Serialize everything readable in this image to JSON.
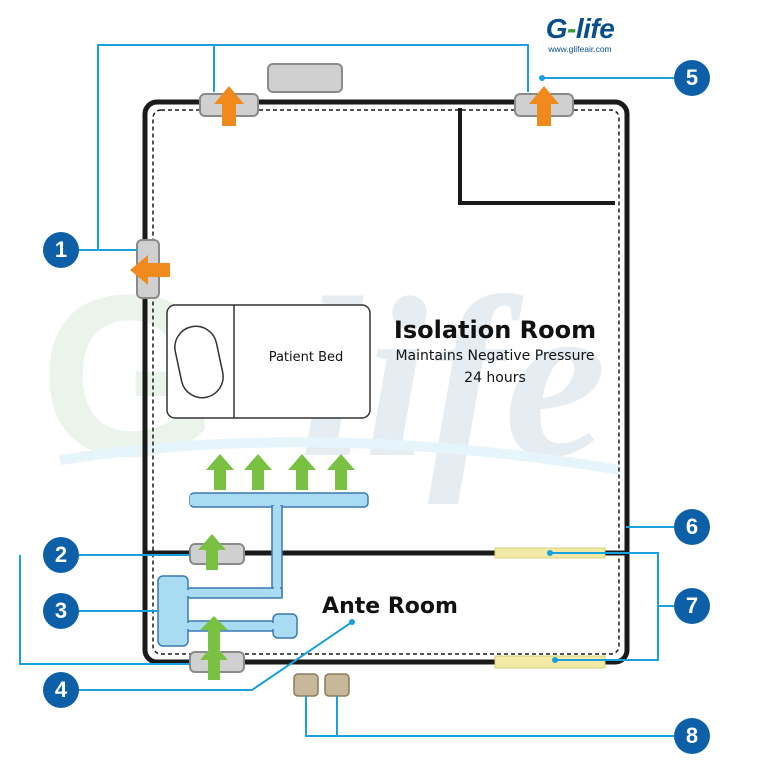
{
  "brand": {
    "logo": "G-life",
    "logo_g": "G",
    "logo_rest": "life",
    "url": "www.glifeair.com"
  },
  "watermark": "G-life",
  "isolation_room": {
    "title": "Isolation Room",
    "line1": "Maintains Negative Pressure",
    "line2": "24 hours"
  },
  "patient_bed": {
    "label": "Patient Bed"
  },
  "ante_room": {
    "title": "Ante Room"
  },
  "callouts": [
    "1",
    "2",
    "3",
    "4",
    "5",
    "6",
    "7",
    "8"
  ],
  "colors": {
    "callout": "#0d5fa8",
    "leader_line": "#1aa0dc",
    "wall": "#1a1a1a",
    "exhaust_arrow": "#f08a1c",
    "supply_arrow": "#7ac143",
    "duct": "#a9dcf2",
    "duct_outline": "#3a7ab0",
    "grille": "#d0d0d0",
    "door_seal": "#f2eaa6",
    "sensor": "#c8b89a"
  }
}
